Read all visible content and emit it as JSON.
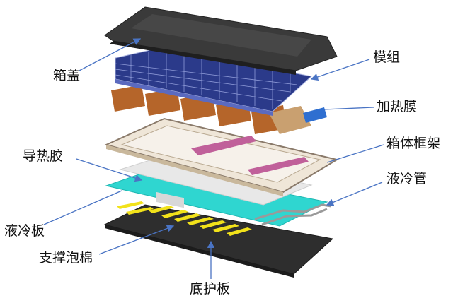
{
  "diagram": {
    "labels": {
      "lid": "箱盖",
      "module": "模组",
      "heating_film": "加热膜",
      "box_frame": "箱体框架",
      "thermal_glue": "导热胶",
      "cooling_pipe": "液冷管",
      "cooling_plate": "液冷板",
      "support_foam": "支撑泡棉",
      "bottom_guard": "底护板"
    },
    "colors": {
      "arrow": "#4a74c4",
      "lid": "#3a3a3a",
      "module": "#2b3a8a",
      "heating_film": "#b5652a",
      "frame": "#d8cbb8",
      "thermal_glue": "#e6e6e6",
      "cooling_plate": "#2fd6d0",
      "foam": "#f2e21a",
      "bottom_guard": "#2e2e2e"
    }
  }
}
